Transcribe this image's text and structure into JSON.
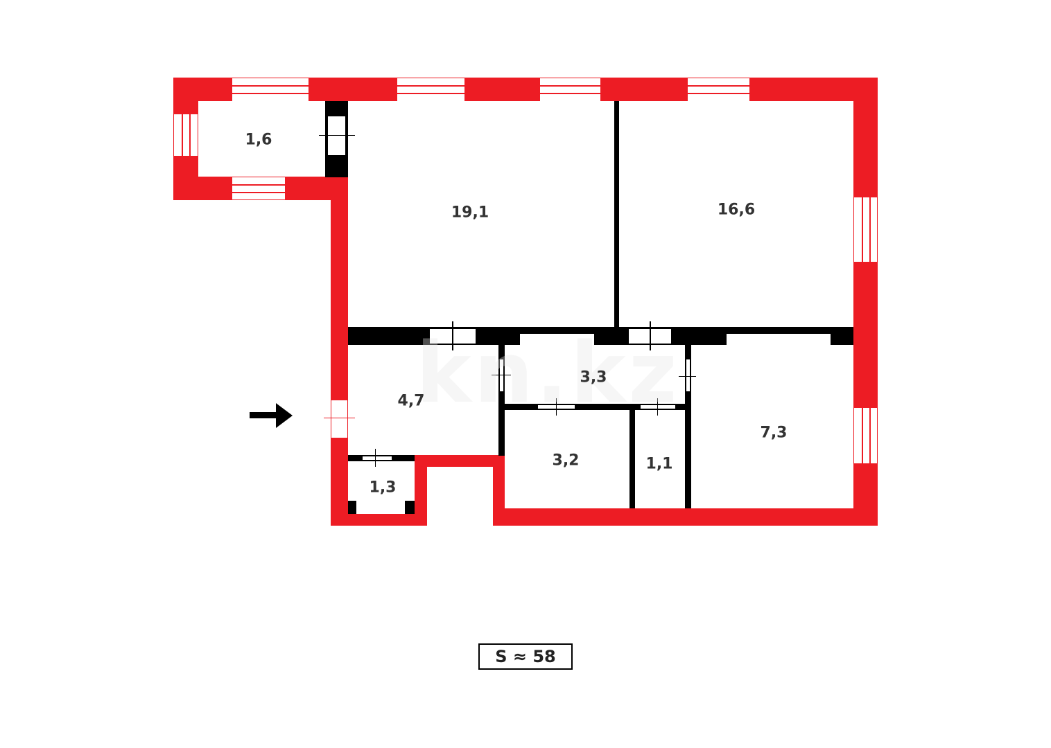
{
  "plan": {
    "total_area_label": "S ≈ 58",
    "wall_color": "#ed1c24",
    "partition_color": "#000000",
    "watermark": "kn.kz",
    "entrance": {
      "icon": "arrow-right-icon"
    },
    "rooms": [
      {
        "id": "balcony",
        "area": "1,6"
      },
      {
        "id": "room-left",
        "area": "19,1"
      },
      {
        "id": "room-right",
        "area": "16,6"
      },
      {
        "id": "hall",
        "area": "4,7"
      },
      {
        "id": "corridor",
        "area": "3,3"
      },
      {
        "id": "kitchen",
        "area": "7,3"
      },
      {
        "id": "bathroom",
        "area": "3,2"
      },
      {
        "id": "toilet",
        "area": "1,1"
      },
      {
        "id": "storage",
        "area": "1,3"
      }
    ]
  }
}
